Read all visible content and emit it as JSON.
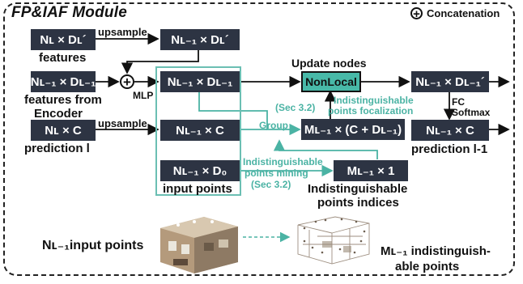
{
  "title": "FP&IAF Module",
  "legend": {
    "symbol": "+",
    "label": "Concatenation"
  },
  "boxes": {
    "features_in": "Nʟ × Dʟ´",
    "features_upsampled": "Nʟ₋₁ × Dʟ´",
    "encoder_in": "Nʟ₋₁ × Dʟ₋₁",
    "mlp_out": "Nʟ₋₁ × Dʟ₋₁",
    "pred_in": "Nʟ × C",
    "pred_upsampled": "Nʟ₋₁ × C",
    "input_pts": "Nʟ₋₁ × D₀",
    "nonlocal": "NonLocal",
    "group_out": "Mʟ₋₁ × (C + Dʟ₋₁)",
    "mining_out": "Mʟ₋₁ × 1",
    "updated": "Nʟ₋₁ × Dʟ₋₁´",
    "pred_out": "Nʟ₋₁ × C"
  },
  "labels": {
    "upsample_1": "upsample",
    "upsample_2": "upsample",
    "features": "features",
    "features_from_encoder_1": "features from",
    "features_from_encoder_2": "Encoder",
    "prediction_in": "prediction  l",
    "mlp": "MLP",
    "input_points": "input points",
    "update_nodes": "Update nodes",
    "sec_focal": "(Sec 3.2)",
    "focal_1": "Indistinguishable",
    "focal_2": "points focalization",
    "group": "Group",
    "fc": "FC",
    "softmax": "Softmax",
    "prediction_out": "prediction  l-1",
    "mining_1": "Indistinguishable",
    "mining_2": "points mining",
    "sec_mining": "(Sec 3.2)",
    "indices_1": "Indistinguishable",
    "indices_2": "points indices",
    "n_input_points": "Nʟ₋₁input points",
    "m_points_1": "Mʟ₋₁ indistinguish-",
    "m_points_2": "able points"
  }
}
